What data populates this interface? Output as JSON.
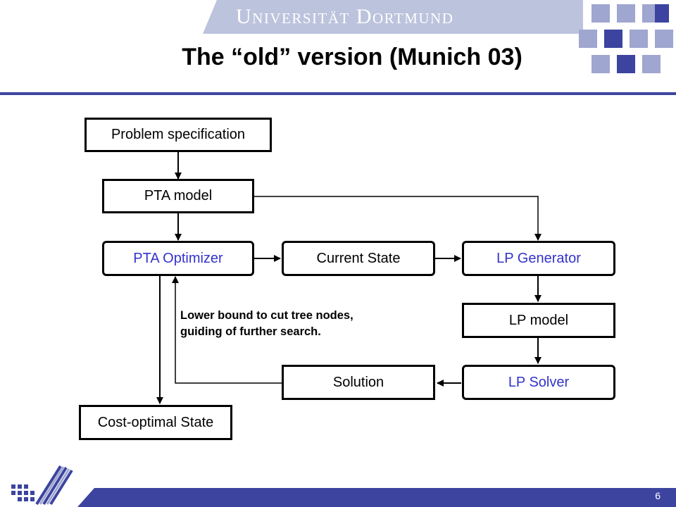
{
  "header": {
    "university": "Universität Dortmund",
    "title": "The “old” version (Munich 03)"
  },
  "diagram": {
    "nodes": {
      "problem_specification": "Problem specification",
      "pta_model": "PTA model",
      "pta_optimizer": "PTA Optimizer",
      "current_state": "Current State",
      "lp_generator": "LP Generator",
      "lp_model": "LP model",
      "lp_solver": "LP Solver",
      "solution": "Solution",
      "cost_optimal_state": "Cost-optimal State"
    },
    "edges": [
      {
        "from": "problem_specification",
        "to": "pta_model"
      },
      {
        "from": "pta_model",
        "to": "pta_optimizer"
      },
      {
        "from": "pta_model",
        "to": "lp_generator"
      },
      {
        "from": "pta_optimizer",
        "to": "current_state"
      },
      {
        "from": "current_state",
        "to": "lp_generator"
      },
      {
        "from": "lp_generator",
        "to": "lp_model"
      },
      {
        "from": "lp_model",
        "to": "lp_solver"
      },
      {
        "from": "lp_solver",
        "to": "solution"
      },
      {
        "from": "solution",
        "to": "pta_optimizer"
      },
      {
        "from": "pta_optimizer",
        "to": "cost_optimal_state"
      }
    ],
    "annotation": {
      "line1": "Lower bound to cut tree nodes,",
      "line2": "guiding of further search."
    },
    "colors": {
      "highlight_text": "#3333cc",
      "accent": "#3c44a0"
    }
  },
  "footer": {
    "page_number": "6"
  }
}
